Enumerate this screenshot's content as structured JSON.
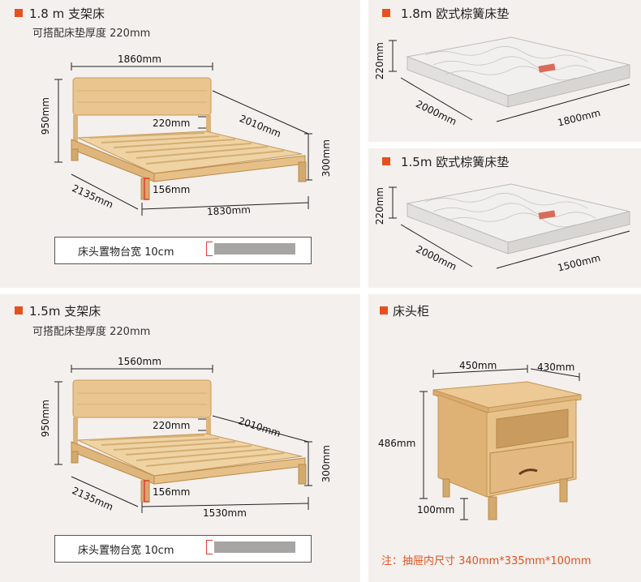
{
  "bed18": {
    "title": "1.8 m 支架床",
    "subtitle": "可搭配床垫厚度 220mm",
    "width_top": "1860mm",
    "height": "950mm",
    "headboard_gap": "220mm",
    "side_length": "2010mm",
    "frame_height": "300mm",
    "outer_length": "2135mm",
    "leg_height": "156mm",
    "bottom_width": "1830mm",
    "shelf_label": "床头置物台宽 10cm"
  },
  "mat18": {
    "title": "1.8m 欧式棕簧床垫",
    "thickness": "220mm",
    "length": "2000mm",
    "width": "1800mm"
  },
  "mat15": {
    "title": "1.5m 欧式棕簧床垫",
    "thickness": "220mm",
    "length": "2000mm",
    "width": "1500mm"
  },
  "bed15": {
    "title": "1.5m 支架床",
    "subtitle": "可搭配床垫厚度 220mm",
    "width_top": "1560mm",
    "height": "950mm",
    "headboard_gap": "220mm",
    "side_length": "2010mm",
    "frame_height": "300mm",
    "outer_length": "2135mm",
    "leg_height": "156mm",
    "bottom_width": "1530mm",
    "shelf_label": "床头置物台宽 10cm"
  },
  "nightstand": {
    "title": "床头柜",
    "width": "450mm",
    "depth": "430mm",
    "height": "486mm",
    "leg_height": "100mm",
    "note": "注：抽屉内尺寸 340mm*335mm*100mm"
  },
  "colors": {
    "accent": "#e4511f",
    "panel_bg": "#f4f0ed",
    "wood": "#e8c58e",
    "wood_dark": "#c79a5e"
  }
}
